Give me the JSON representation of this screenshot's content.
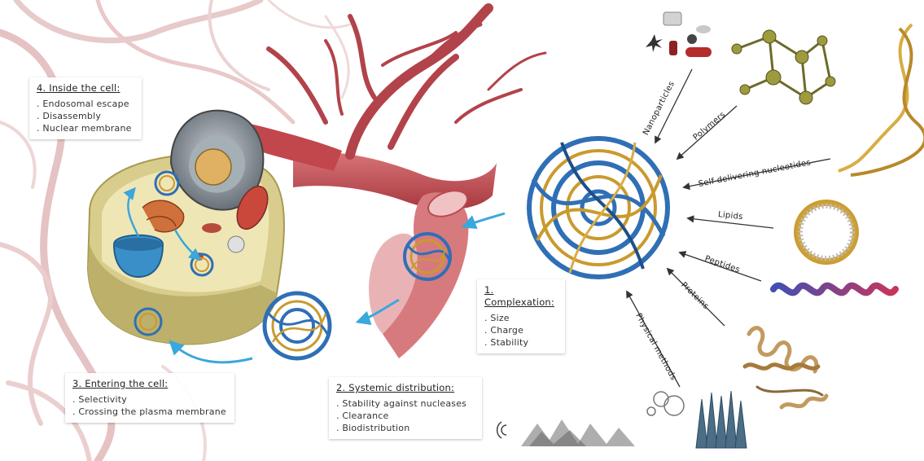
{
  "panels": {
    "inside_cell": {
      "title": "4. Inside the cell:",
      "items": [
        ". Endosomal escape",
        ". Disassembly",
        ". Nuclear membrane"
      ]
    },
    "complexation": {
      "title": "1. Complexation:",
      "items": [
        ". Size",
        ". Charge",
        ". Stability"
      ]
    },
    "entering": {
      "title": "3. Entering the cell:",
      "items": [
        ". Selectivity",
        ". Crossing the plasma membrane"
      ]
    },
    "systemic": {
      "title": "2. Systemic distribution:",
      "items": [
        ". Stability against nucleases",
        ". Clearance",
        ". Biodistribution"
      ]
    }
  },
  "carriers": {
    "nanoparticles": "Nanoparticles",
    "polymers": "Polymers",
    "self_delivering": "Self-delivering nucleotides",
    "lipids": "Lipids",
    "peptides": "Peptides",
    "proteins": "Proteins",
    "physical": "Physical methods"
  },
  "colors": {
    "vessel": "#c0565c",
    "vessel_light": "#e8b5b6",
    "dna_blue": "#2f6fb5",
    "dna_gold": "#c99a2e",
    "cell_membrane": "#d9cf8a",
    "arrow_blue": "#3aa7dd"
  }
}
